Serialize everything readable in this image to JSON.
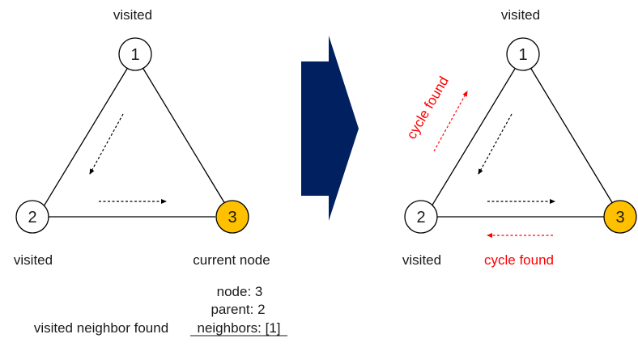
{
  "left": {
    "nodes": [
      {
        "label": "1",
        "status": "visited"
      },
      {
        "label": "2",
        "status": "visited"
      },
      {
        "label": "3",
        "status": "current node"
      }
    ],
    "info": {
      "node_line": "node: 3",
      "parent_line": "parent: 2",
      "neighbors_line": "neighbors: [1]",
      "found_label": "visited neighbor found"
    }
  },
  "right": {
    "nodes": [
      {
        "label": "1",
        "status": "visited"
      },
      {
        "label": "2",
        "status": "visited"
      },
      {
        "label": "3"
      }
    ],
    "cycle_label_diagonal": "cycle found",
    "cycle_label_bottom": "cycle found"
  },
  "colors": {
    "current_node_fill": "#ffc000",
    "transition_arrow": "#002060",
    "cycle": "#ff0000",
    "edge": "#000000",
    "node_fill": "#ffffff"
  }
}
